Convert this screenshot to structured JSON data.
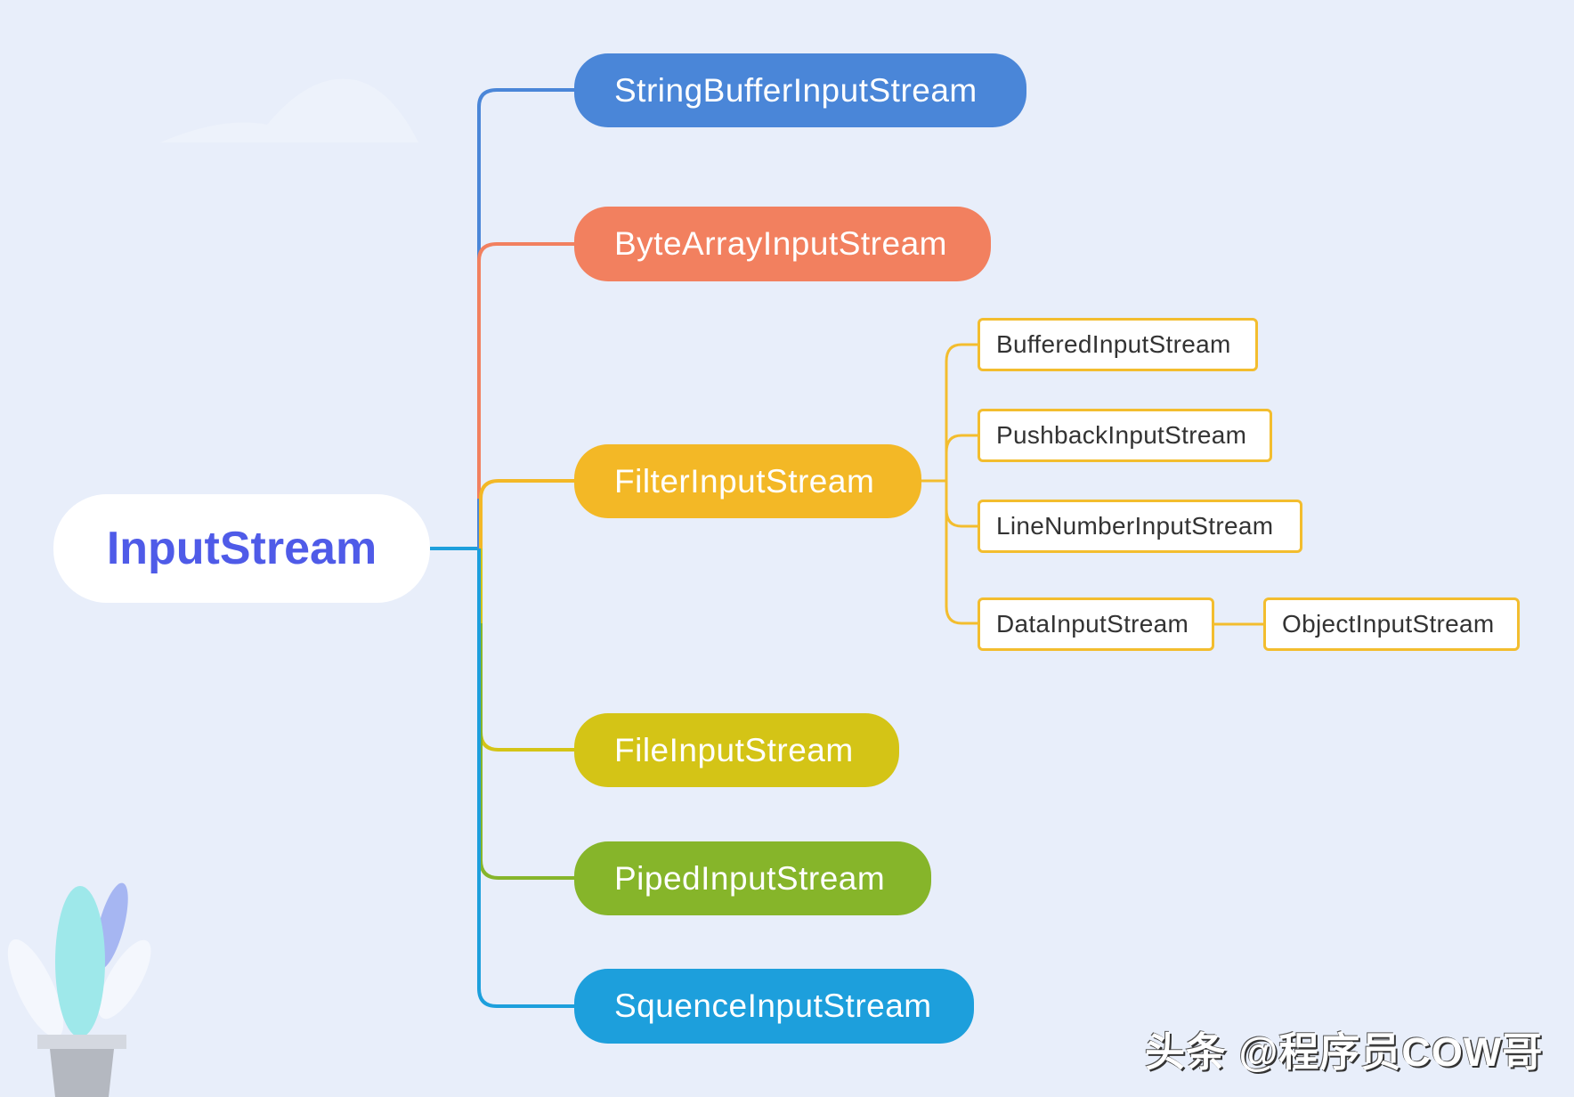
{
  "root": {
    "label": "InputStream"
  },
  "children": [
    {
      "label": "StringBufferInputStream",
      "color": "#4a86d8"
    },
    {
      "label": "ByteArrayInputStream",
      "color": "#f2805f"
    },
    {
      "label": "FilterInputStream",
      "color": "#f3b826"
    },
    {
      "label": "FileInputStream",
      "color": "#d4c416"
    },
    {
      "label": "PipedInputStream",
      "color": "#86b52a"
    },
    {
      "label": "SquenceInputStream",
      "color": "#1d9fdc"
    }
  ],
  "filter_children": [
    {
      "label": "BufferedInputStream"
    },
    {
      "label": "PushbackInputStream"
    },
    {
      "label": "LineNumberInputStream"
    },
    {
      "label": "DataInputStream"
    }
  ],
  "data_child": {
    "label": "ObjectInputStream"
  },
  "watermark": "头条 @程序员COW哥"
}
